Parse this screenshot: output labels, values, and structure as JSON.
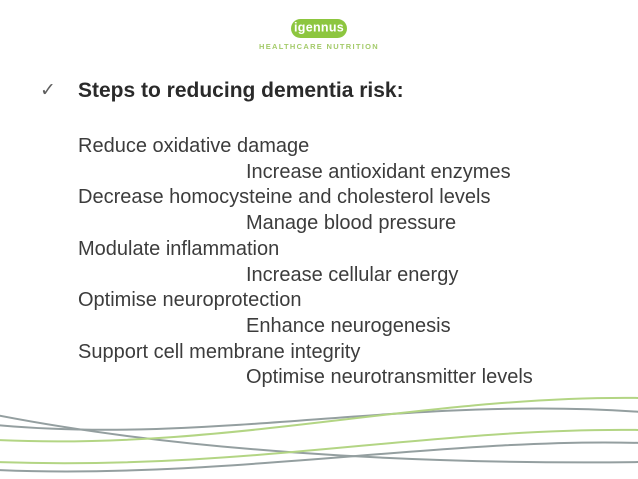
{
  "logo": {
    "brand": "igennus",
    "tagline": "HEALTHCARE NUTRITION",
    "pill_color": "#8dc63f",
    "tagline_color": "#a4cb6a"
  },
  "heading": {
    "check_icon": "✓",
    "text": "Steps to reducing dementia risk:"
  },
  "slide": {
    "lines": [
      {
        "text": "Reduce oxidative damage",
        "indent": false
      },
      {
        "text": "Increase antioxidant enzymes",
        "indent": true
      },
      {
        "text": "Decrease homocysteine and cholesterol levels",
        "indent": false
      },
      {
        "text": "Manage blood pressure",
        "indent": true
      },
      {
        "text": "Modulate inflammation",
        "indent": false
      },
      {
        "text": "Increase cellular energy",
        "indent": true
      },
      {
        "text": "Optimise neuroprotection",
        "indent": false
      },
      {
        "text": "Enhance neurogenesis",
        "indent": true
      },
      {
        "text": "Support cell membrane integrity",
        "indent": false
      },
      {
        "text": "Optimise neurotransmitter levels",
        "indent": true
      }
    ]
  },
  "decoration": {
    "swoosh_green": "#b3d584",
    "swoosh_gray": "#949fa0"
  }
}
